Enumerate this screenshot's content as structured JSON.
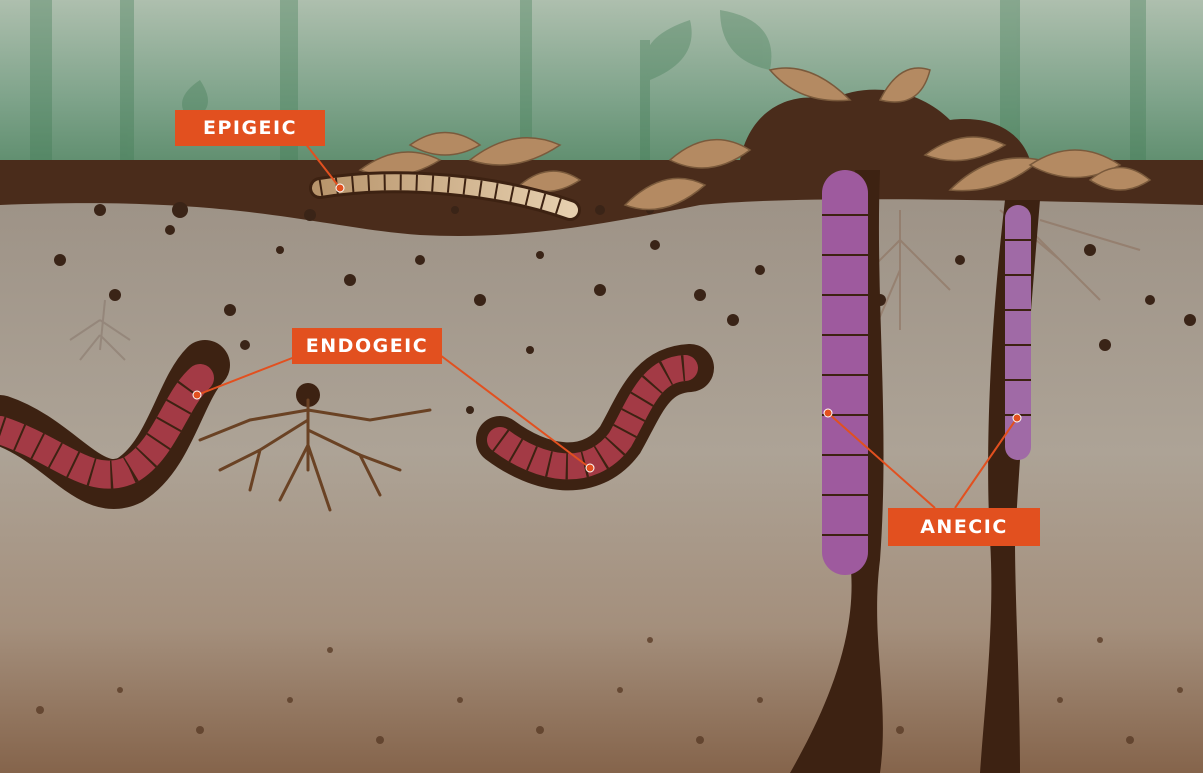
{
  "labels": {
    "epigeic": "EPIGEIC",
    "endogeic": "ENDOGEIC",
    "anecic": "ANECIC"
  },
  "colors": {
    "label_bg": "#e2501f",
    "leader_line": "#e2501f",
    "forest_green": "#5f8a6c",
    "topsoil": "#4a2c1b",
    "subsoil": "#a99a8c",
    "burrow": "#3d2212",
    "epigeic_worm": "#c9a47a",
    "endogeic_worm": "#a33a45",
    "anecic_worm": "#a06aa6",
    "leaf": "#b48a62",
    "root": "#6a4224"
  },
  "icons": [
    "leaf-icon",
    "root-icon",
    "worm-icon"
  ]
}
